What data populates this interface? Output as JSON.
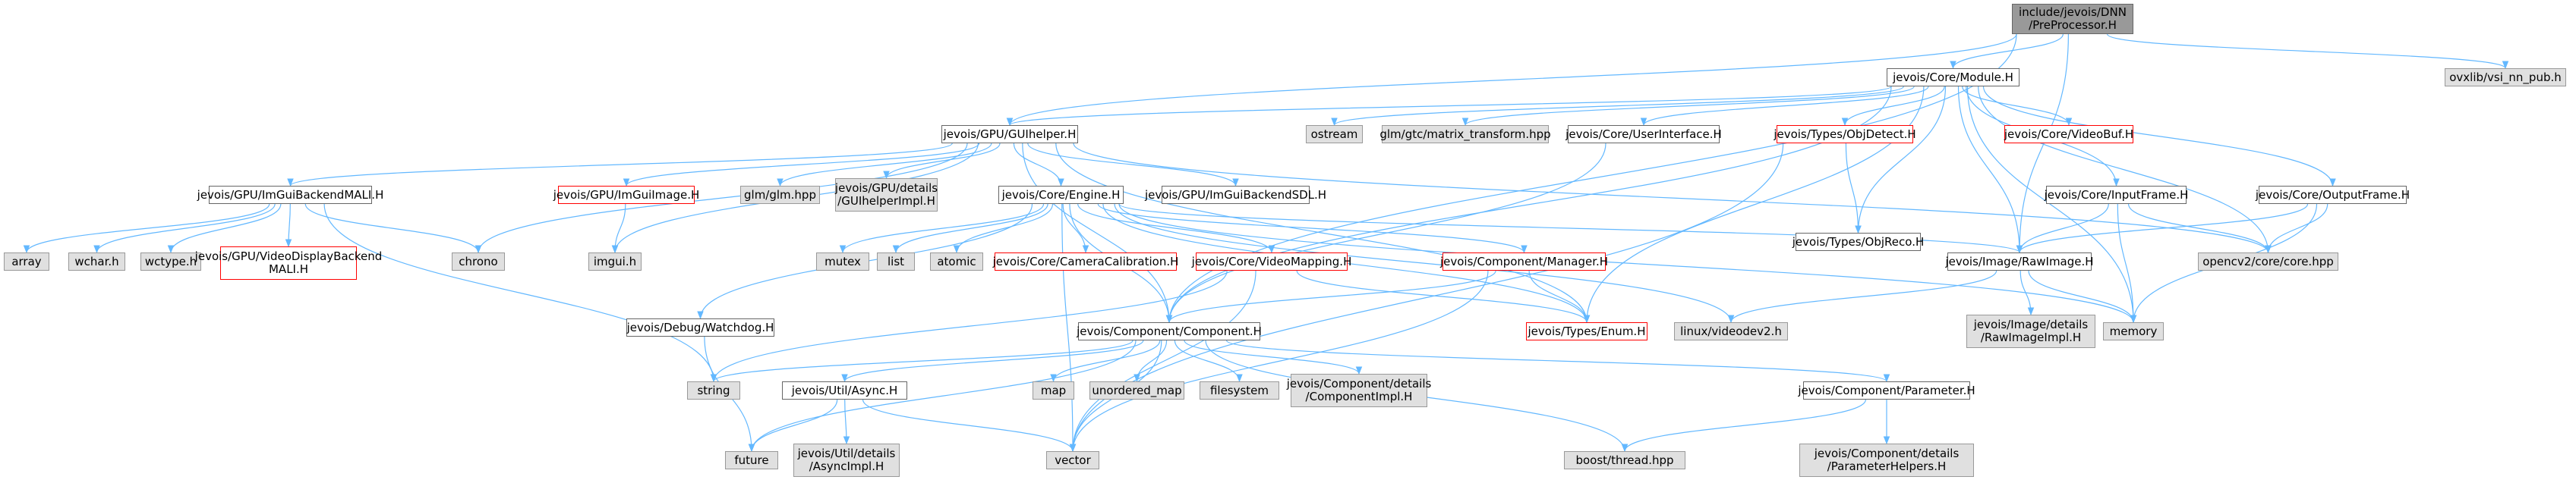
{
  "edge_color": "#63b8ff",
  "nodes": {
    "root": "include/jevois/DNN\n/PreProcessor.H",
    "module": "jevois/Core/Module.H",
    "guihelper": "jevois/GPU/GUIhelper.H",
    "vsi": "ovxlib/vsi_nn_pub.h",
    "ostream": "ostream",
    "glmgtc": "glm/gtc/matrix_transform.hpp",
    "userinterface": "jevois/Core/UserInterface.H",
    "objdetect": "jevois/Types/ObjDetect.H",
    "videobuf": "jevois/Core/VideoBuf.H",
    "imguibackendmali": "jevois/GPU/ImGuiBackendMALI.H",
    "imguiimage": "jevois/GPU/ImGuiImage.H",
    "glm": "glm/glm.hpp",
    "guihelperimpl": "jevois/GPU/details\n/GUIhelperImpl.H",
    "engine": "jevois/Core/Engine.H",
    "imguibackendsdl": "jevois/GPU/ImGuiBackendSDL.H",
    "inputframe": "jevois/Core/InputFrame.H",
    "outputframe": "jevois/Core/OutputFrame.H",
    "objreco": "jevois/Types/ObjReco.H",
    "array": "array",
    "wchar": "wchar.h",
    "wctype": "wctype.h",
    "videodisplaymali": "jevois/GPU/VideoDisplayBackend\nMALI.H",
    "chrono": "chrono",
    "imgui": "imgui.h",
    "mutex": "mutex",
    "list": "list",
    "atomic": "atomic",
    "cameracalib": "jevois/Core/CameraCalibration.H",
    "videomapping": "jevois/Core/VideoMapping.H",
    "manager": "jevois/Component/Manager.H",
    "rawimage": "jevois/Image/RawImage.H",
    "opencvcore": "opencv2/core/core.hpp",
    "watchdog": "jevois/Debug/Watchdog.H",
    "component": "jevois/Component/Component.H",
    "enum": "jevois/Types/Enum.H",
    "videodev2": "linux/videodev2.h",
    "rawimageimpl": "jevois/Image/details\n/RawImageImpl.H",
    "memory": "memory",
    "string": "string",
    "async": "jevois/Util/Async.H",
    "map": "map",
    "unorderedmap": "unordered_map",
    "filesystem": "filesystem",
    "componentimpl": "jevois/Component/details\n/ComponentImpl.H",
    "parameter": "jevois/Component/Parameter.H",
    "future": "future",
    "asyncimpl": "jevois/Util/details\n/AsyncImpl.H",
    "vector": "vector",
    "boostthread": "boost/thread.hpp",
    "parameterhelpers": "jevois/Component/details\n/ParameterHelpers.H"
  }
}
